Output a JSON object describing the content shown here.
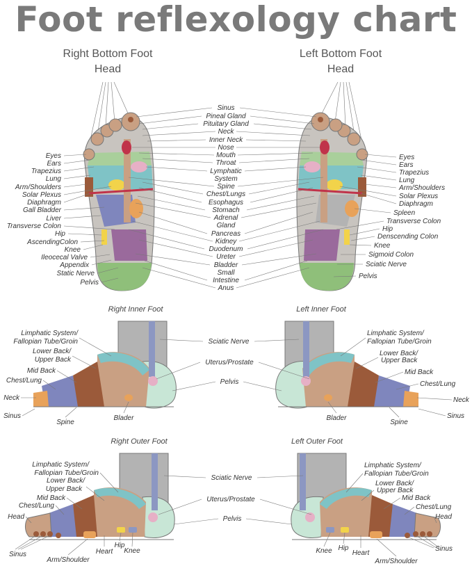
{
  "title": "Foot reflexology chart",
  "bottom": {
    "right_heading": "Right Bottom Foot",
    "left_heading": "Left Bottom Foot",
    "head_label": "Head",
    "center_labels": [
      "Sinus",
      "Pineal Gland",
      "Pituitary Gland",
      "Neck",
      "Inner Neck",
      "Nose",
      "Mouth",
      "Throat",
      "Lymphatic",
      "System",
      "Spine",
      "Chest/Lungs",
      "Esophagus",
      "Stomach",
      "Adrenal",
      "Gland",
      "Pancreas",
      "Kidney",
      "Duodenum",
      "Ureter",
      "Bladder",
      "Small",
      "Intestine",
      "Anus"
    ],
    "right_side_labels": [
      "Eyes",
      "Ears",
      "Trapezius",
      "Lung",
      "Arm/Shoulders",
      "Solar Plexus",
      "Diaphragm",
      "Gall Bladder",
      "Liver",
      "Transverse Colon",
      "Hip",
      "AscendingColon",
      "Knee",
      "Ileocecal Valve",
      "Appendix",
      "Static Nerve",
      "Pelvis"
    ],
    "left_side_labels": [
      "Eyes",
      "Ears",
      "Trapezius",
      "Lung",
      "Arm/Shoulders",
      "Solar Plexus",
      "Diaphragm",
      "Spleen",
      "Transverse Colon",
      "Hip",
      "Denscending Colon",
      "Knee",
      "Sigmoid Colon",
      "Sciatic Nerve",
      "Pelvis"
    ]
  },
  "inner": {
    "right_heading": "Right Inner Foot",
    "left_heading": "Left Inner Foot",
    "center_labels": [
      "Sciatic Nerve",
      "Uterus/Prostate",
      "Pelvis"
    ],
    "right_labels": [
      "Limphatic System/",
      "Fallopian Tube/Groin",
      "Lower Back/",
      "Upper Back",
      "Mid Back",
      "Chest/Lung",
      "Neck",
      "Sinus",
      "Spine",
      "Blader"
    ],
    "left_labels": [
      "Limphatic System/",
      "Fallopian Tube/Groin",
      "Lower Back/",
      "Upper Back",
      "Mid Back",
      "Chest/Lung",
      "Neck",
      "Sinus",
      "Spine",
      "Blader"
    ]
  },
  "outer": {
    "right_heading": "Right Outer Foot",
    "left_heading": "Left Outer Foot",
    "center_labels": [
      "Sciatic Nerve",
      "Uterus/Prostate",
      "Pelvis"
    ],
    "right_labels": [
      "Limphatic System/",
      "Fallopian Tube/Groin",
      "Lower Back/",
      "Upper Back",
      "Mid Back",
      "Chest/Lung",
      "Head",
      "Sinus",
      "Arm/Shoulder",
      "Heart",
      "Hip",
      "Knee"
    ],
    "left_labels": [
      "Limphatic System/",
      "Fallopian Tube/Groin",
      "Lower Back/",
      "Upper Back",
      "Mid Back",
      "Chest/Lung",
      "Head",
      "Sinus",
      "Arm/Shoulder",
      "Heart",
      "Hip",
      "Knee"
    ]
  },
  "colors": {
    "heel": "#8fbf7a",
    "green": "#a9cf9b",
    "teal": "#7fc3c6",
    "blue": "#7f86bd",
    "brown": "#9b5a3a",
    "tan": "#c9a083",
    "orange": "#e8a25a",
    "yellow": "#f2d34a",
    "purple": "#9a6a9c",
    "pink": "#e6b0c6",
    "gray": "#b3b3b3",
    "red": "#c0334a",
    "mint": "#c8e6d6",
    "steel": "#8c97c2"
  }
}
